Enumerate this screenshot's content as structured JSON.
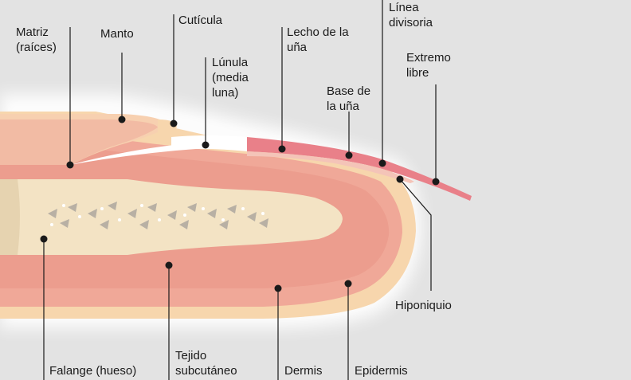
{
  "labels": {
    "matriz": [
      "Matriz",
      "(raíces)"
    ],
    "manto": [
      "Manto"
    ],
    "cuticula": [
      "Cutícula"
    ],
    "lunula": [
      "Lúnula",
      "(media",
      "luna)"
    ],
    "lecho": [
      "Lecho de la",
      "uña"
    ],
    "base": [
      "Base de",
      "la uña"
    ],
    "linea": [
      "Línea",
      "divisoria"
    ],
    "extremo": [
      "Extremo",
      "libre"
    ],
    "hiponiquio": [
      "Hiponiquio"
    ],
    "falange": [
      "Falange (hueso)"
    ],
    "tejido": [
      "Tejido",
      "subcutáneo"
    ],
    "dermis": [
      "Dermis"
    ],
    "epidermis": [
      "Epidermis"
    ]
  },
  "colors": {
    "background": "#e3e3e3",
    "epidermis": "#f7d6ad",
    "dermis": "#f0a898",
    "subcutaneous": "#eb9a8c",
    "bone": "#f3e3c4",
    "nail_bed": "#e98089",
    "lunula": "#ffffff",
    "mantle": "#f4c0a8"
  }
}
